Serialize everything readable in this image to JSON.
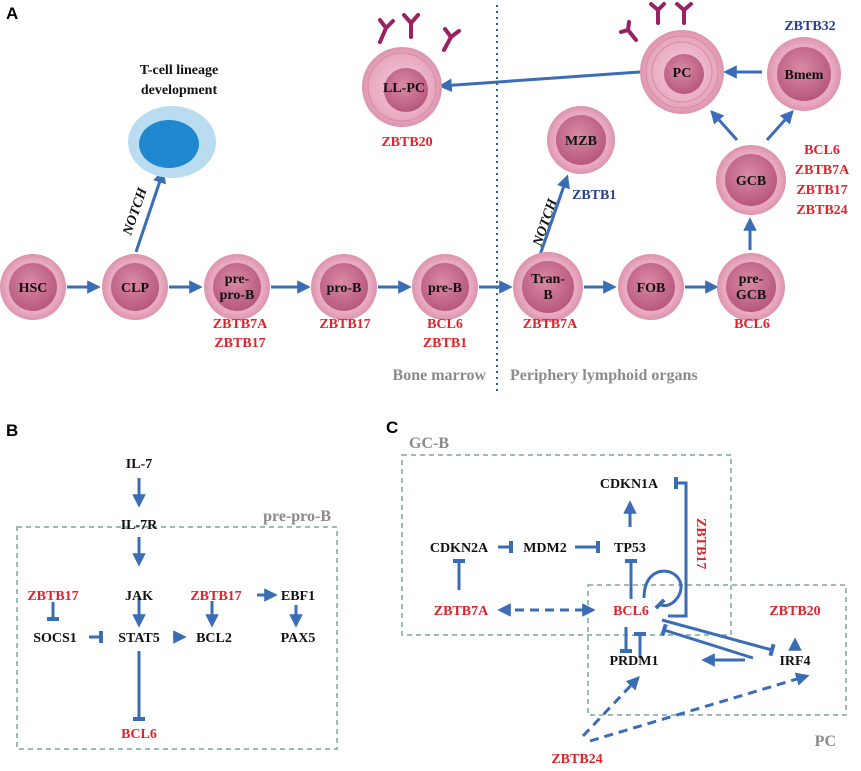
{
  "panels": {
    "a": "A",
    "b": "B",
    "c": "C"
  },
  "panel_a": {
    "cells": {
      "hsc": "HSC",
      "clp": "CLP",
      "prepro_b_1": "pre-",
      "prepro_b_2": "pro-B",
      "pro_b": "pro-B",
      "pre_b": "pre-B",
      "tran_b_1": "Tran-",
      "tran_b_2": "B",
      "fob": "FOB",
      "pregcb_1": "pre-",
      "pregcb_2": "GCB",
      "mzb": "MZB",
      "gcb": "GCB",
      "pc": "PC",
      "bmem": "Bmem",
      "llpc": "LL-PC"
    },
    "tcell_1": "T-cell lineage",
    "tcell_2": "development",
    "notch_1": "NOTCH",
    "notch_2": "NOTCH",
    "zbtb": {
      "prepro_1": "ZBTB7A",
      "prepro_2": "ZBTB17",
      "pro_b": "ZBTB17",
      "pre_b_1": "BCL6",
      "pre_b_2": "ZBTB1",
      "tran_b": "ZBTB7A",
      "pregcb": "BCL6",
      "mzb": "ZBTB1",
      "gcb_1": "BCL6",
      "gcb_2": "ZBTB7A",
      "gcb_3": "ZBTB17",
      "gcb_4": "ZBTB24",
      "bmem": "ZBTB32",
      "llpc": "ZBTB20"
    },
    "region_bm": "Bone marrow",
    "region_periphery": "Periphery lymphoid organs"
  },
  "panel_b": {
    "box_label": "pre-pro-B",
    "il7": "IL-7",
    "il7r": "IL-7R",
    "jak": "JAK",
    "zbtb17_left": "ZBTB17",
    "zbtb17_mid": "ZBTB17",
    "ebf1": "EBF1",
    "socs1": "SOCS1",
    "stat5": "STAT5",
    "bcl2": "BCL2",
    "pax5": "PAX5",
    "bcl6": "BCL6"
  },
  "panel_c": {
    "gcb_label": "GC-B",
    "pc_label": "PC",
    "cdkn1a": "CDKN1A",
    "cdkn2a": "CDKN2A",
    "mdm2": "MDM2",
    "tp53": "TP53",
    "zbtb17": "ZBTB17",
    "zbtb7a": "ZBTB7A",
    "bcl6": "BCL6",
    "zbtb20": "ZBTB20",
    "prdm1": "PRDM1",
    "irf4": "IRF4",
    "zbtb24": "ZBTB24"
  }
}
